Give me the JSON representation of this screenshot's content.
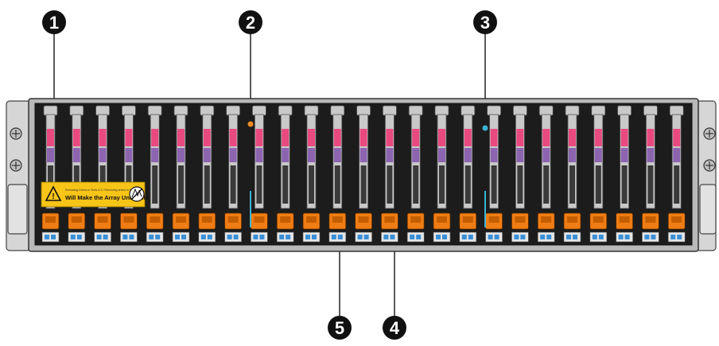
{
  "callouts": [
    {
      "number": "1"
    },
    {
      "number": "2"
    },
    {
      "number": "3"
    },
    {
      "number": "4"
    },
    {
      "number": "5"
    }
  ],
  "warning_label": {
    "small_text": "Removing Drives in Slots 0-3 / Removing drives in the vault",
    "main_text": "Will Make the Array Unusable"
  },
  "chassis": {
    "drive_slot_count": 25,
    "led_colors": {
      "fault_led": "#f08a24",
      "power_led": "#3ab5d6",
      "drive_activity": "#3a8fd6"
    },
    "colors": {
      "frame": "#b9b9b9",
      "bay_background": "#1c1c1c",
      "carrier": "#c9c9c9",
      "accent_pink": "#e84a7f",
      "accent_purple": "#8c64b0",
      "latch_orange": "#f07d14",
      "label_yellow": "#f7c418"
    }
  }
}
